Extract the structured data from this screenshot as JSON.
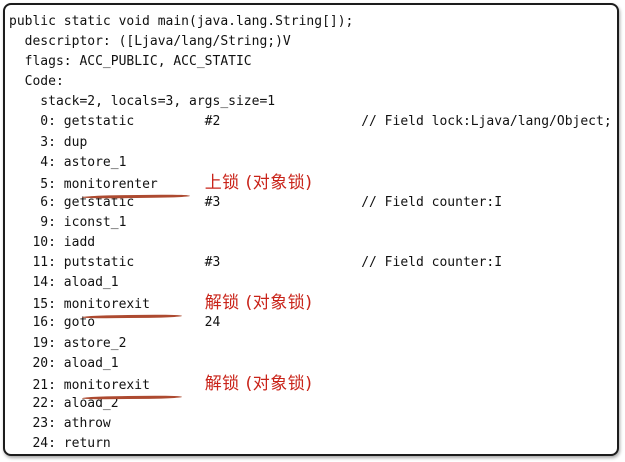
{
  "frame": {
    "border_color": "#1c1c1c",
    "background_color": "#ffffff",
    "text_color": "#111111",
    "annotation_color": "#c9241a",
    "underline_color": "#ad4a30"
  },
  "code": {
    "language": "java-bytecode",
    "method_signature": "public static void main(java.lang.String[]);",
    "lines": [
      {
        "segments": [
          {
            "text": "public static void main(java.lang.String[]);"
          }
        ]
      },
      {
        "segments": [
          {
            "text": "  descriptor: ([Ljava/lang/String;)V"
          }
        ]
      },
      {
        "segments": [
          {
            "text": "  flags: ACC_PUBLIC, ACC_STATIC"
          }
        ]
      },
      {
        "segments": [
          {
            "text": "  Code:"
          }
        ]
      },
      {
        "segments": [
          {
            "text": "    stack=2, locals=3, args_size=1"
          }
        ]
      },
      {
        "segments": [
          {
            "text": "    0: getstatic         #2                  // Field lock:Ljava/lang/Object;"
          }
        ]
      },
      {
        "segments": [
          {
            "text": "    3: dup"
          }
        ]
      },
      {
        "segments": [
          {
            "text": "    4: astore_1"
          }
        ]
      },
      {
        "segments": [
          {
            "text": "    5: "
          },
          {
            "text": "monitorenter",
            "underline": true
          },
          {
            "text": "      "
          }
        ],
        "annotation": "上锁 (对象锁)"
      },
      {
        "segments": [
          {
            "text": "    6: getstatic         #3                  // Field counter:I"
          }
        ]
      },
      {
        "segments": [
          {
            "text": "    9: iconst_1"
          }
        ]
      },
      {
        "segments": [
          {
            "text": "   10: iadd"
          }
        ]
      },
      {
        "segments": [
          {
            "text": "   11: putstatic         #3                  // Field counter:I"
          }
        ]
      },
      {
        "segments": [
          {
            "text": "   14: aload_1"
          }
        ]
      },
      {
        "segments": [
          {
            "text": "   15: "
          },
          {
            "text": "monitorexit",
            "underline": true
          },
          {
            "text": "       "
          }
        ],
        "annotation": "解锁 (对象锁)"
      },
      {
        "segments": [
          {
            "text": "   16: goto              24"
          }
        ]
      },
      {
        "segments": [
          {
            "text": "   19: astore_2"
          }
        ]
      },
      {
        "segments": [
          {
            "text": "   20: aload_1"
          }
        ]
      },
      {
        "segments": [
          {
            "text": "   21: "
          },
          {
            "text": "monitorexit",
            "underline": true
          },
          {
            "text": "       "
          }
        ],
        "annotation": "解锁 (对象锁)"
      },
      {
        "segments": [
          {
            "text": "   22: aload_2"
          }
        ]
      },
      {
        "segments": [
          {
            "text": "   23: athrow"
          }
        ]
      },
      {
        "segments": [
          {
            "text": "   24: return"
          }
        ]
      }
    ]
  }
}
